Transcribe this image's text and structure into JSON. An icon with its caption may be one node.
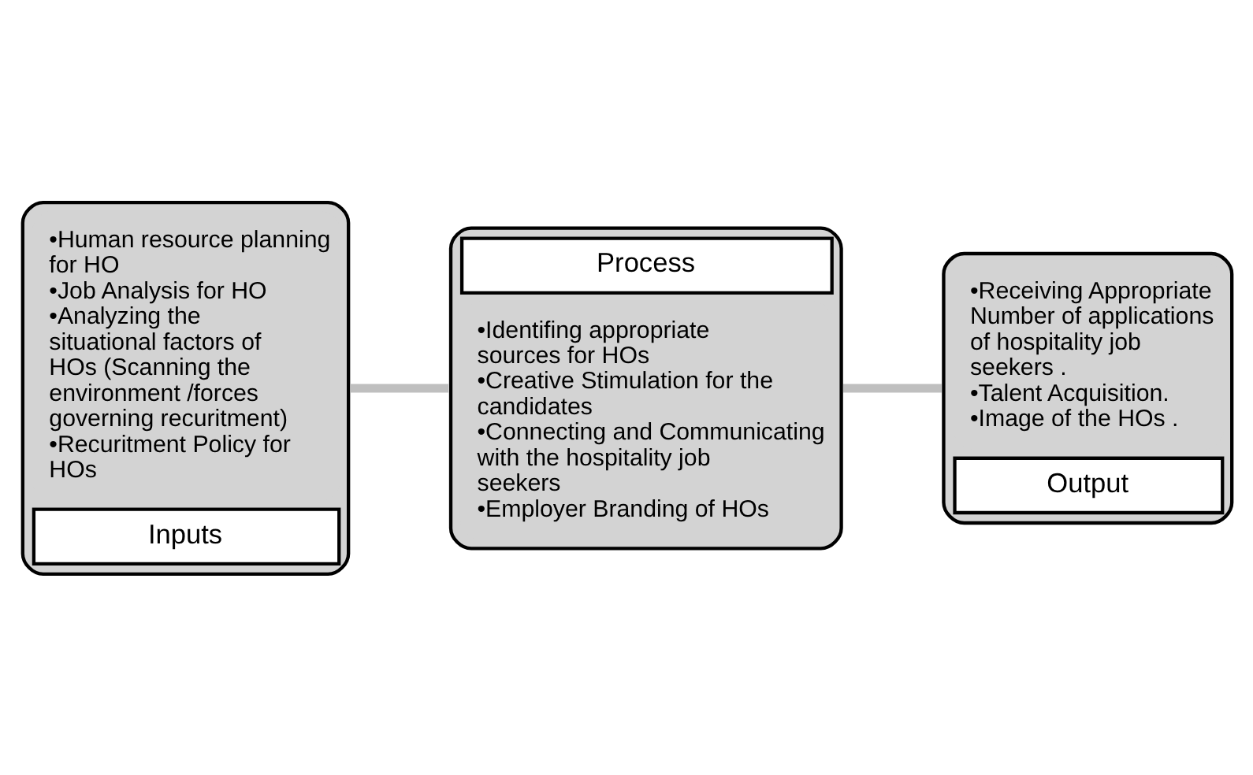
{
  "diagram": {
    "nodes": [
      {
        "text": [
          "•Human resource planning for HO",
          "•Job Analysis for HO",
          "•Analyzing the situational factors of HOs (Scanning the environment /forces governing recuritment)",
          "•Recuritment Policy for HOs",
          "Inputs"
        ]
      },
      {
        "text": [
          "Process",
          "•Identifing appropriate sources for HOs",
          "•Creative Stimulation for the candidates",
          "•Connecting and Communicating with the hospitality job seekers",
          "•Employer Branding of HOs"
        ]
      },
      {
        "text": [
          "•Receiving Appropriate Number of applications of hospitality job seekers .",
          "•Talent Acquisition.",
          "•Image of the HOs .",
          "Output"
        ]
      }
    ],
    "edges": [
      {
        "from": 0,
        "to": 1,
        "arrow": "none"
      },
      {
        "from": 1,
        "to": 2,
        "arrow": "none"
      }
    ]
  }
}
